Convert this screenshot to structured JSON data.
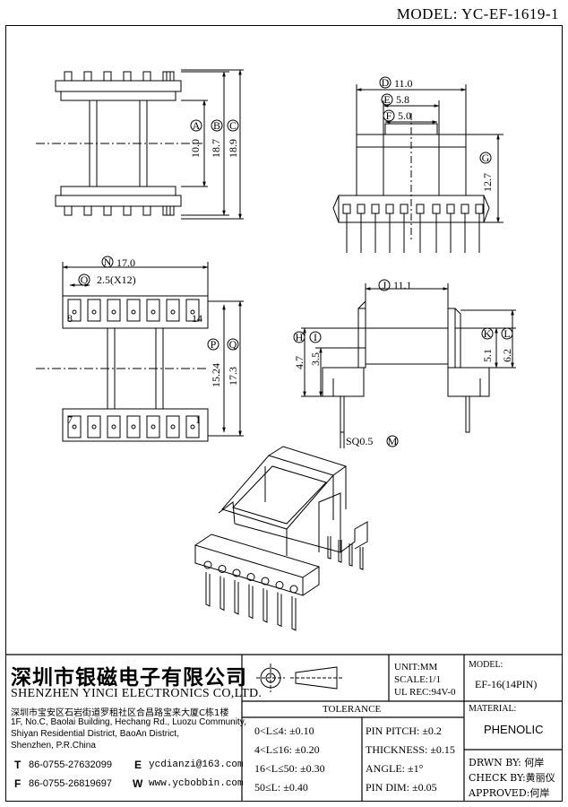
{
  "header": {
    "model_title": "MODEL: YC-EF-1619-1"
  },
  "views": {
    "top": {
      "a": "A",
      "b": "B",
      "c": "C",
      "a_val": "10.0",
      "b_val": "18.7",
      "c_val": "18.9"
    },
    "side": {
      "d": "D",
      "e": "E",
      "f": "F",
      "g": "G",
      "d_val": "11.0",
      "e_val": "5.8",
      "f_val": "5.0",
      "g_val": "12.7"
    },
    "bottom": {
      "n": "N",
      "o": "O",
      "p": "P",
      "q": "Q",
      "n_val": "17.0",
      "o_val": "2.5(X12)",
      "p_val": "15.24",
      "q_val": "17.3",
      "pin8": "8",
      "pin14": "14",
      "pin7": "7",
      "pin1": "1"
    },
    "end": {
      "h": "H",
      "i": "I",
      "j": "J",
      "k": "K",
      "l": "L",
      "m": "M",
      "h_val": "4.7",
      "i_val": "3.5",
      "j_val": "11.1",
      "k_val": "5.1",
      "l_val": "6.2",
      "sq_label": "SQ0.5"
    }
  },
  "title_block": {
    "company_cn": "深圳市银磁电子有限公司",
    "company_en": "SHENZHEN YINCI ELECTRONICS CO,LTD.",
    "address_cn": "深圳市宝安区石岩街道罗租社区合昌路宝来大厦C栋1楼",
    "address_en_1": "1F, No.C, Baolai Building, Hechang Rd., Luozu Community,",
    "address_en_2": "Shiyan Residential District, BaoAn District,",
    "address_en_3": "Shenzhen, P.R.China",
    "tel_label": "T",
    "tel": "86-0755-27632099",
    "fax_label": "F",
    "fax": "86-0755-26819697",
    "email_label": "E",
    "email": "ycdianzi@163.com",
    "web_label": "W",
    "web": "www.ycbobbin.com",
    "unit": "UNIT:MM",
    "scale": "SCALE:1/1",
    "ul_rec": "UL REC:94V-0",
    "model_label": "MODEL:",
    "model_value": "EF-16(14PIN)",
    "material_label": "MATERIAL:",
    "material_value": "PHENOLIC",
    "tolerance_label": "TOLERANCE",
    "tol_1": "0<L≤4: ±0.10",
    "tol_2": "4<L≤16: ±0.20",
    "tol_3": "16<L≤50: ±0.30",
    "tol_4": "50≤L: ±0.40",
    "pin_pitch": "PIN PITCH: ±0.2",
    "thickness": "THICKNESS: ±0.15",
    "angle": "ANGLE: ±1°",
    "pin_dim": "PIN DIM: ±0.05",
    "drawn_by": "DRWN BY: 何岸",
    "check_by": "CHECK BY:黄丽仪",
    "approved": "APPROVED:何岸"
  }
}
